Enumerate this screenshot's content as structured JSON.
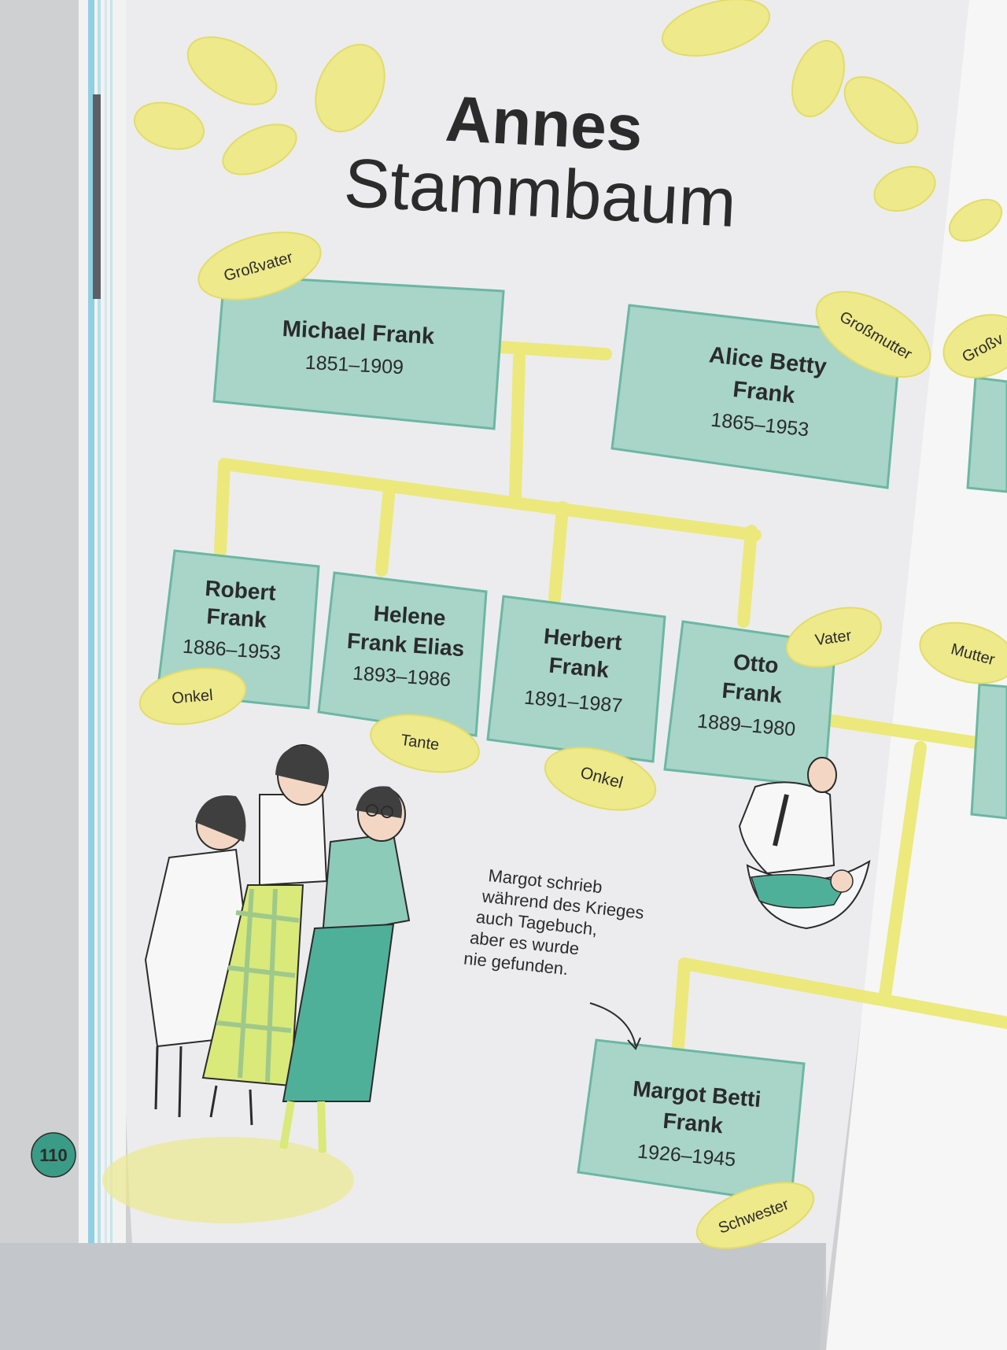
{
  "colors": {
    "page": "#ececee",
    "box_fill": "#a8d5c8",
    "box_stroke": "#6cb7a2",
    "line_yellow": "#ece870",
    "leaf_yellow": "#eee98a",
    "ink": "#2b2b2b",
    "teal_dark": "#3a9c86"
  },
  "title": {
    "line1": "Annes",
    "line2": "Stammbaum"
  },
  "people": {
    "michael": {
      "name1": "Michael Frank",
      "name2": "",
      "years": "1851–1909"
    },
    "alice": {
      "name1": "Alice Betty",
      "name2": "Frank",
      "years": "1865–1953"
    },
    "robert": {
      "name1": "Robert",
      "name2": "Frank",
      "years": "1886–1953"
    },
    "helene": {
      "name1": "Helene",
      "name2": "Frank Elias",
      "years": "1893–1986"
    },
    "herbert": {
      "name1": "Herbert",
      "name2": "Frank",
      "years": "1891–1987"
    },
    "otto": {
      "name1": "Otto",
      "name2": "Frank",
      "years": "1889–1980"
    },
    "margot": {
      "name1": "Margot Betti",
      "name2": "Frank",
      "years": "1926–1945"
    }
  },
  "tags": {
    "grossvater": "Großvater",
    "grossmutter": "Großmutter",
    "grossvater_right": "Großv",
    "onkel_1": "Onkel",
    "tante": "Tante",
    "onkel_2": "Onkel",
    "vater": "Vater",
    "mutter": "Mutter",
    "schwester": "Schwester"
  },
  "note": {
    "line1": "Margot schrieb",
    "line2": "während des Krieges",
    "line3": "auch Tagebuch,",
    "line4": "aber es wurde",
    "line5": "nie gefunden."
  },
  "page_number": "110"
}
